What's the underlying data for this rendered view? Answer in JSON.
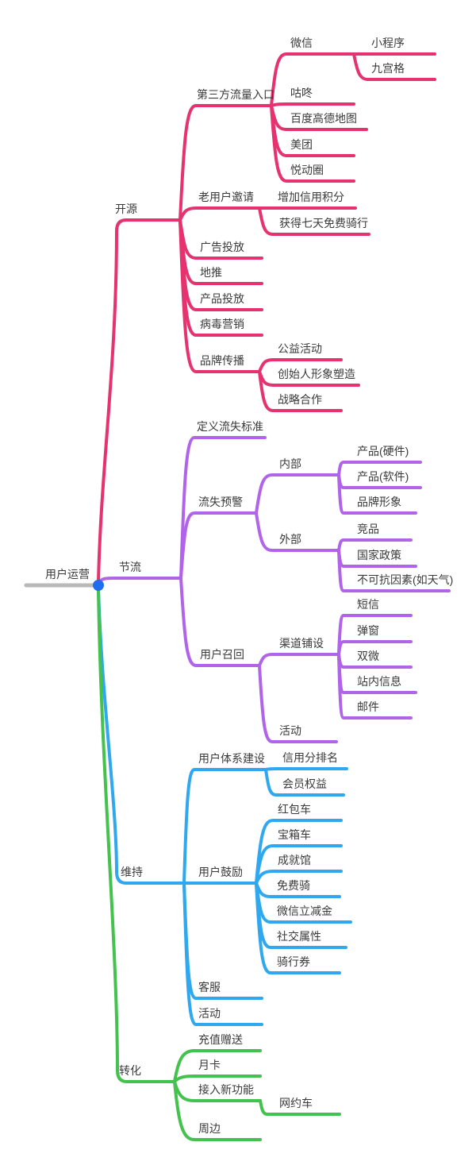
{
  "palette": {
    "kaiyuan_branch": "#e6326e",
    "jieliu_branch": "#b164e9",
    "weichi_branch": "#2fa8f0",
    "zhuanhua_branch": "#43c24e",
    "root_line": "#b9b9b9",
    "root_dot": "#1d6ff0",
    "text": "#3a3a3a"
  },
  "mindmap": {
    "root": {
      "id": "root",
      "label": "用户运营"
    },
    "branches": [
      {
        "id": "kaiyuan",
        "label": "开源",
        "color": "#e6326e",
        "children": [
          {
            "id": "disanfang",
            "label": "第三方流量入口",
            "children": [
              {
                "id": "weixin",
                "label": "微信",
                "children": [
                  {
                    "id": "xiaochengxu",
                    "label": "小程序"
                  },
                  {
                    "id": "jiugongge",
                    "label": "九宫格"
                  }
                ]
              },
              {
                "id": "gudong",
                "label": "咕咚"
              },
              {
                "id": "baidu-gaode",
                "label": "百度高德地图"
              },
              {
                "id": "meituan",
                "label": "美团"
              },
              {
                "id": "yuedongquan",
                "label": "悦动圈"
              }
            ]
          },
          {
            "id": "laoyonghu-yaoqing",
            "label": "老用户邀请",
            "children": [
              {
                "id": "zengjia-xinyong",
                "label": "增加信用积分"
              },
              {
                "id": "qitian-mianfei",
                "label": "获得七天免费骑行"
              }
            ]
          },
          {
            "id": "guanggao-toufang",
            "label": "广告投放"
          },
          {
            "id": "ditui",
            "label": "地推"
          },
          {
            "id": "chanpin-toufang",
            "label": "产品投放"
          },
          {
            "id": "bingdu-yingxiao",
            "label": "病毒营销"
          },
          {
            "id": "pinpai-chuanbo",
            "label": "品牌传播",
            "children": [
              {
                "id": "gongyi-huodong",
                "label": "公益活动"
              },
              {
                "id": "chuangshiren-xingxiang",
                "label": "创始人形象塑造"
              },
              {
                "id": "zhanlue-hezuo",
                "label": "战略合作"
              }
            ]
          }
        ]
      },
      {
        "id": "jieliu",
        "label": "节流",
        "color": "#b164e9",
        "children": [
          {
            "id": "dingyi-liushi",
            "label": "定义流失标准"
          },
          {
            "id": "liushi-yujing",
            "label": "流失预警",
            "children": [
              {
                "id": "neibu",
                "label": "内部",
                "children": [
                  {
                    "id": "chanpin-yingjian",
                    "label": "产品(硬件)"
                  },
                  {
                    "id": "chanpin-ruanjian",
                    "label": "产品(软件)"
                  },
                  {
                    "id": "pinpai-xingxiang",
                    "label": "品牌形象"
                  }
                ]
              },
              {
                "id": "waibu",
                "label": "外部",
                "children": [
                  {
                    "id": "jingpin",
                    "label": "竞品"
                  },
                  {
                    "id": "guojia-zhengce",
                    "label": "国家政策"
                  },
                  {
                    "id": "bukekang-yinsu",
                    "label": "不可抗因素(如天气)"
                  }
                ]
              }
            ]
          },
          {
            "id": "yonghu-zhaohui",
            "label": "用户召回",
            "children": [
              {
                "id": "qudao-pushe",
                "label": "渠道铺设",
                "children": [
                  {
                    "id": "duanxin",
                    "label": "短信"
                  },
                  {
                    "id": "tanchuang",
                    "label": "弹窗"
                  },
                  {
                    "id": "shuangwei",
                    "label": "双微"
                  },
                  {
                    "id": "zhannei-xinxi",
                    "label": "站内信息"
                  },
                  {
                    "id": "youjian",
                    "label": "邮件"
                  }
                ]
              },
              {
                "id": "huodong-zhaohui",
                "label": "活动"
              }
            ]
          }
        ]
      },
      {
        "id": "weichi",
        "label": "维持",
        "color": "#2fa8f0",
        "children": [
          {
            "id": "tixi-jianshe",
            "label": "用户体系建设",
            "children": [
              {
                "id": "xinyongfen-paiming",
                "label": "信用分排名"
              },
              {
                "id": "huiyuan-quanyi",
                "label": "会员权益"
              }
            ]
          },
          {
            "id": "yonghu-guli",
            "label": "用户鼓励",
            "children": [
              {
                "id": "hongbaoche",
                "label": "红包车"
              },
              {
                "id": "baoxiangche",
                "label": "宝箱车"
              },
              {
                "id": "chengjiuguan",
                "label": "成就馆"
              },
              {
                "id": "mianfeiqi",
                "label": "免费骑"
              },
              {
                "id": "weixin-lijianjin",
                "label": "微信立减金"
              },
              {
                "id": "shejiao-shuxing",
                "label": "社交属性"
              },
              {
                "id": "qixingquan",
                "label": "骑行券"
              }
            ]
          },
          {
            "id": "kefu",
            "label": "客服"
          },
          {
            "id": "huodong-weichi",
            "label": "活动"
          }
        ]
      },
      {
        "id": "zhuanhua",
        "label": "转化",
        "color": "#43c24e",
        "children": [
          {
            "id": "chongzhi-zengsong",
            "label": "充值赠送"
          },
          {
            "id": "yueka",
            "label": "月卡"
          },
          {
            "id": "jieru-xingongneng",
            "label": "接入新功能",
            "children": [
              {
                "id": "wangyueche",
                "label": "网约车"
              }
            ]
          },
          {
            "id": "zhoubian",
            "label": "周边"
          }
        ]
      }
    ]
  }
}
